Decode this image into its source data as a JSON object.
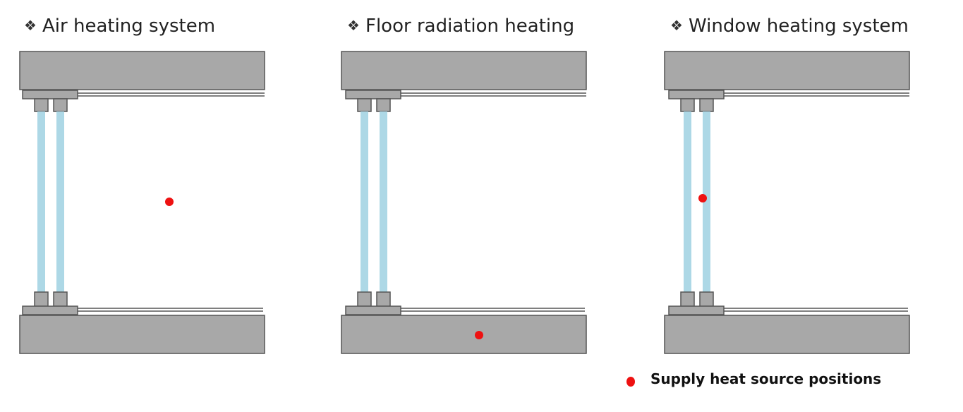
{
  "panels": [
    {
      "title": "Air heating system",
      "icon": "diamond-cross-icon",
      "heat_source": "air"
    },
    {
      "title": "Floor radiation heating",
      "icon": "diamond-cross-icon",
      "heat_source": "floor"
    },
    {
      "title": "Window heating system",
      "icon": "diamond-cross-icon",
      "heat_source": "window"
    }
  ],
  "legend": {
    "label": "Supply heat source positions",
    "icon": "red-dot-icon"
  },
  "colors": {
    "slab": "#a8a8a8",
    "outline": "#555555",
    "glass": "#add8e6",
    "heat_source": "#ee1111"
  }
}
